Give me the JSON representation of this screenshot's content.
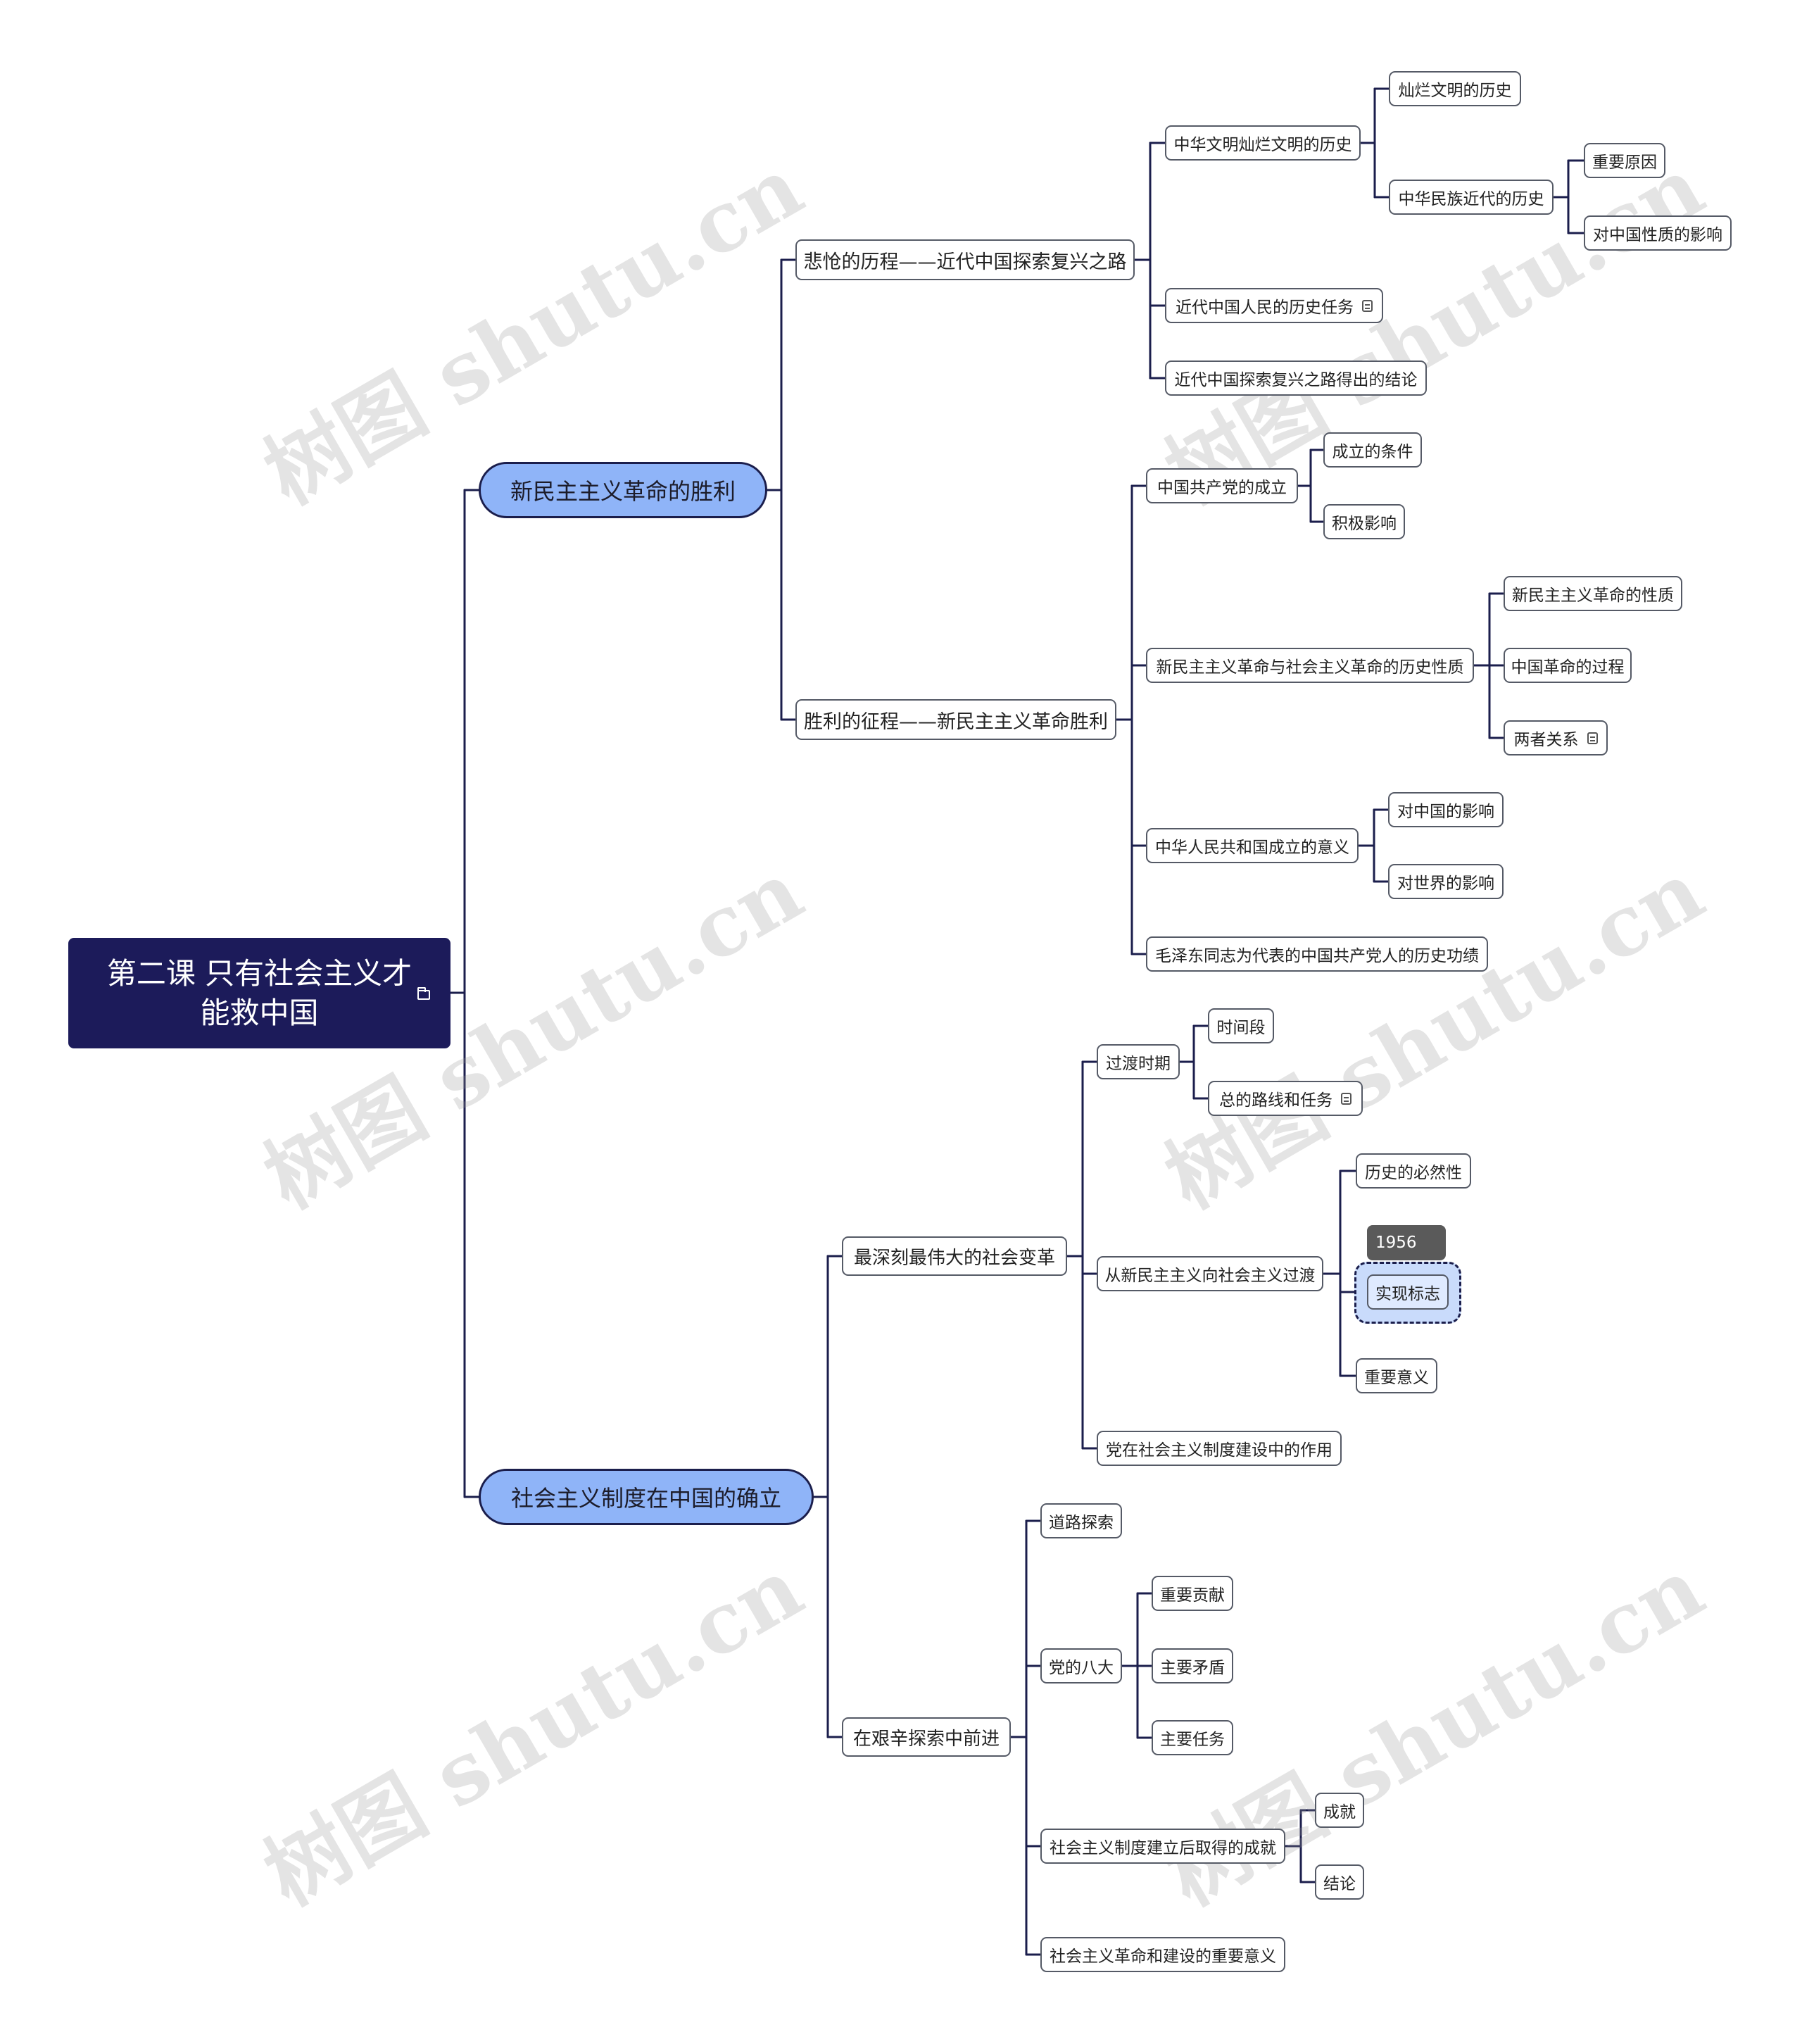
{
  "root": {
    "line1": "第二课 只有社会主义才",
    "line2": "能救中国"
  },
  "main": {
    "xinminzhu": "新民主主义革命的胜利",
    "shehuizhuyi": "社会主义制度在中国的确立"
  },
  "nodes": {
    "beichuang": "悲怆的历程——近代中国探索复兴之路",
    "zhonghua_wenming": "中华文明灿烂文明的历史",
    "canlan": "灿烂文明的历史",
    "jindai_lishi": "中华民族近代的历史",
    "zhongyao_yuanyin": "重要原因",
    "xingzhi_yingxiang": "对中国性质的影响",
    "lishi_renwu": "近代中国人民的历史任务",
    "jielun_lu": "近代中国探索复兴之路得出的结论",
    "shengli_zhengcheng": "胜利的征程——新民主主义革命胜利",
    "gongchandang": "中国共产党的成立",
    "chengli_tiaojian": "成立的条件",
    "jiji_yingxiang": "积极影响",
    "lishi_xingzhi": "新民主主义革命与社会主义革命的历史性质",
    "geming_xingzhi": "新民主主义革命的性质",
    "geming_guocheng": "中国革命的过程",
    "liangzhe_guanxi": "两者关系",
    "gongheguo_yiyi": "中华人民共和国成立的意义",
    "dui_zhongguo": "对中国的影响",
    "dui_shijie": "对世界的影响",
    "maozedong": "毛泽东同志为代表的中国共产党人的历史功绩",
    "biange": "最深刻最伟大的社会变革",
    "guodu_shiqi": "过渡时期",
    "shijianduan": "时间段",
    "luxian_renwu": "总的路线和任务",
    "guodu": "从新民主主义向社会主义过渡",
    "biranxing": "历史的必然性",
    "shixian_biaozhi": "实现标志",
    "biaozhi_tag": "1956",
    "zhongyao_yiyi": "重要意义",
    "dang_zuoyong": "党在社会主义制度建设中的作用",
    "jiannan": "在艰辛探索中前进",
    "daolu": "道路探索",
    "bada": "党的八大",
    "gongxian": "重要贡献",
    "maodun": "主要矛盾",
    "renwu": "主要任务",
    "chengjiu_jianli": "社会主义制度建立后取得的成就",
    "chengjiu": "成就",
    "jielun": "结论",
    "geming_jianshe": "社会主义革命和建设的重要意义"
  },
  "watermark": "树图 shutu.cn",
  "colors": {
    "root_bg": "#1c1b5a",
    "main_bg": "#8fb4f8",
    "line": "#1b1e4c",
    "node_border": "#555a66",
    "highlight_bg": "#dfeaff",
    "tag_bg": "#5a5a5a"
  },
  "icons": [
    "folder-icon",
    "note-icon"
  ]
}
